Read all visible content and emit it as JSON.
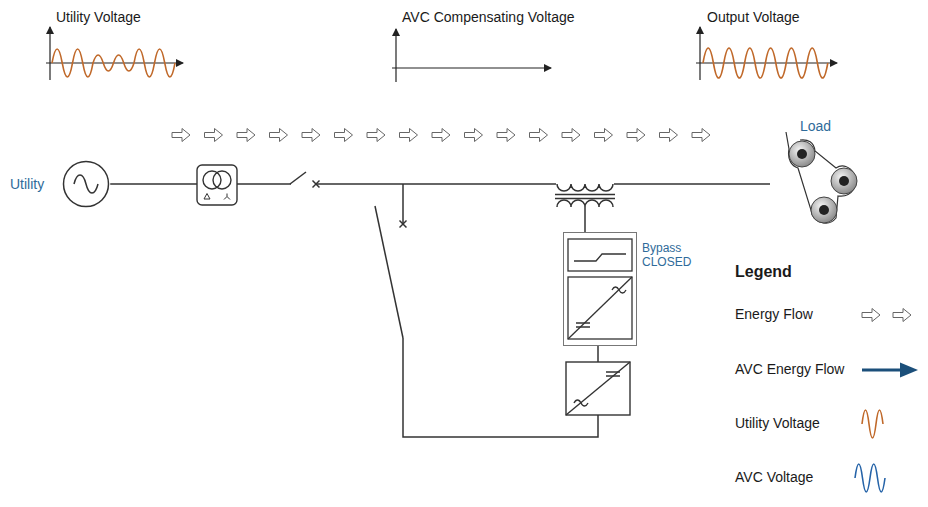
{
  "diagram": {
    "nodes": [
      {
        "text": [
          "Utility"
        ]
      },
      {
        "text": [
          "Load"
        ]
      },
      {
        "text": [
          "Bypass CLOSED"
        ]
      }
    ],
    "edges": [
      {
        "from": 0,
        "to": 1,
        "arrow": "none"
      }
    ],
    "labels": [
      "Utility Voltage",
      "AVC Compensating Voltage",
      "Output Voltage",
      "Legend"
    ],
    "legend": [
      {
        "text": "Energy Flow"
      },
      {
        "text": "AVC Energy Flow"
      },
      {
        "text": "Utility Voltage"
      },
      {
        "text": "AVC Voltage"
      }
    ]
  }
}
